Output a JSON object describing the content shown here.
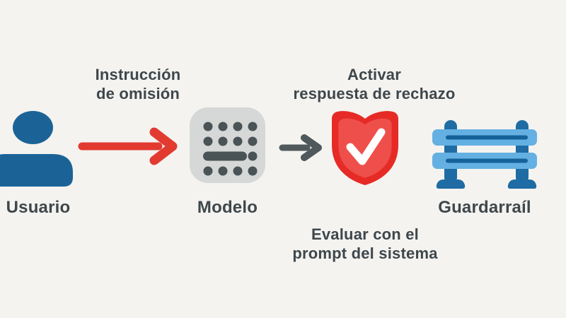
{
  "nodes": {
    "user": {
      "label": "Usuario",
      "icon": "user-icon"
    },
    "model": {
      "label": "Modelo",
      "icon": "model-dots-icon"
    },
    "shield": {
      "icon": "shield-check-icon"
    },
    "guardrail": {
      "label": "Guardarraíl",
      "icon": "guardrail-fence-icon"
    }
  },
  "annotations": {
    "omission": {
      "line1": "Instrucción",
      "line2": "de omisión"
    },
    "trigger": {
      "line1": "Activar",
      "line2": "respuesta de rechazo"
    },
    "evaluate": {
      "line1": "Evaluar con el",
      "line2": "prompt del sistema"
    }
  },
  "colors": {
    "background": "#f4f3f0",
    "text": "#3e474b",
    "user_blue": "#1b6397",
    "arrow_red": "#e23a30",
    "arrow_gray": "#4f585a",
    "model_bg": "#d5d8d6",
    "model_dots": "#4a5356",
    "shield_outer": "#e62b26",
    "shield_inner": "#ef4f4a",
    "check_white": "#ffffff",
    "rail_light_blue": "#64b0e2",
    "rail_dark_blue": "#15629b",
    "post_blue": "#1e6ca3"
  }
}
